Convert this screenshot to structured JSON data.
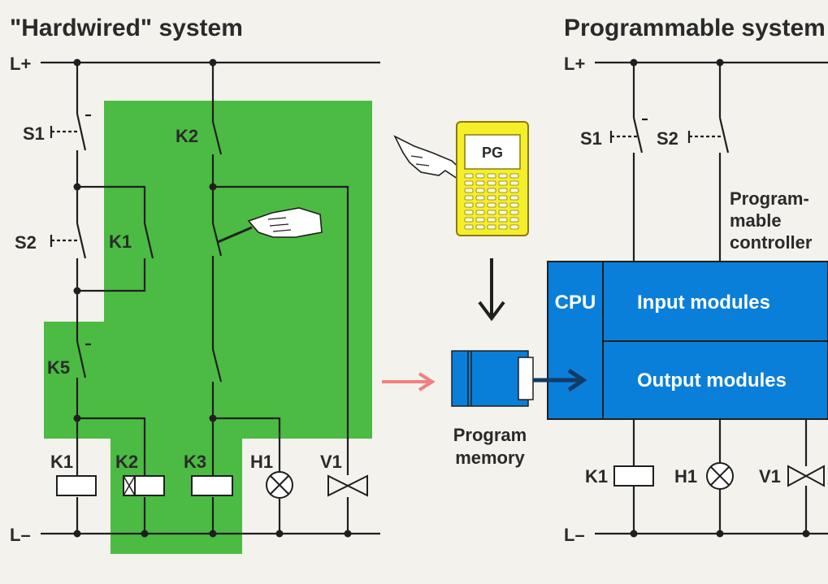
{
  "titles": {
    "left": "\"Hardwired\" system",
    "right": "Programmable system"
  },
  "rails": {
    "plus": "L+",
    "minus": "L–"
  },
  "hardwired": {
    "switches": [
      "S1",
      "S2",
      "K1",
      "K2",
      "K5"
    ],
    "outputs": [
      "K1",
      "K2",
      "K3",
      "H1",
      "V1"
    ]
  },
  "programmer": {
    "label": "PG"
  },
  "program_memory": [
    "Program",
    "memory"
  ],
  "plc": {
    "label": [
      "Program-",
      "mable",
      "controller"
    ],
    "cpu": "CPU",
    "inputs": "Input modules",
    "outputs": "Output modules",
    "switches": [
      "S1",
      "S2"
    ],
    "loads": [
      "K1",
      "H1",
      "V1"
    ]
  },
  "colors": {
    "green": "#4cbb43",
    "blue": "#0a7fd9",
    "yellow": "#f5ef2a",
    "arrow_red": "#f08080"
  }
}
